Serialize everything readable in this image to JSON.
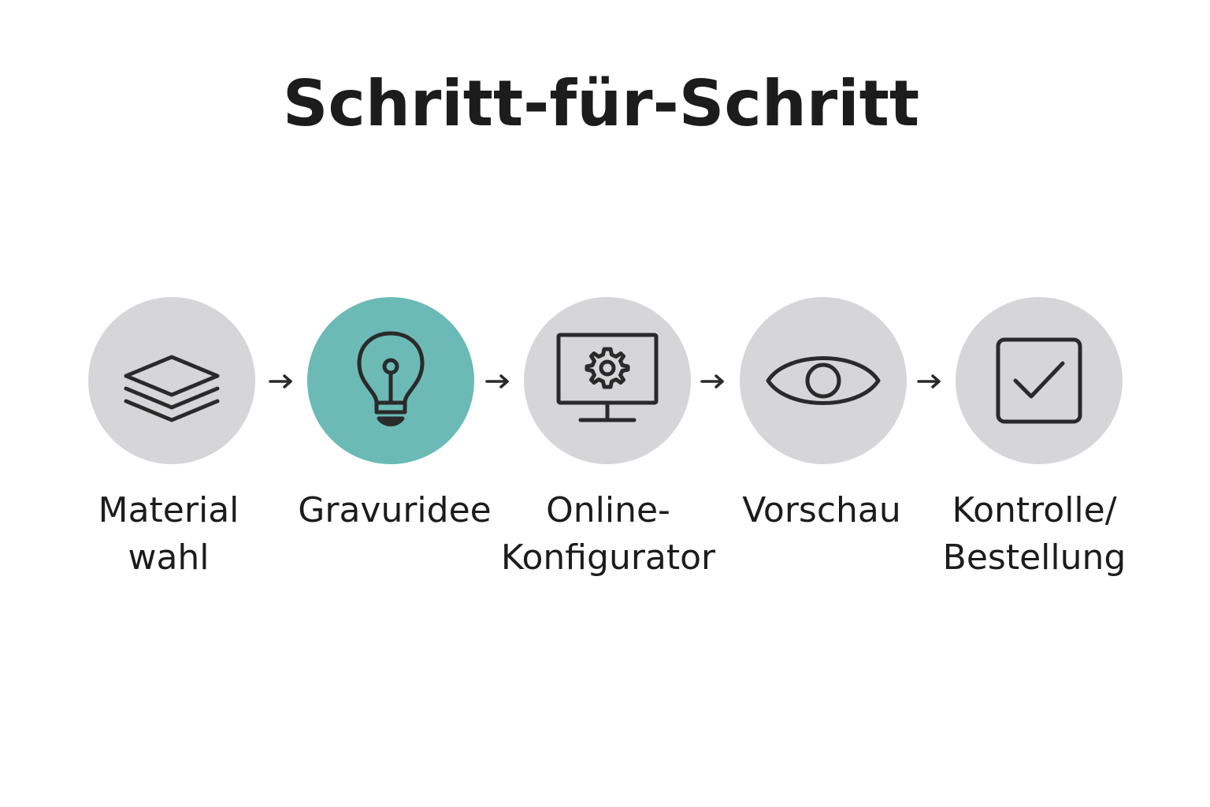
{
  "title": "Schritt-für-Schritt",
  "colors": {
    "circle_default": "#d6d6d9",
    "circle_active": "#6bbab6",
    "icon_stroke": "#2a2a2a",
    "text": "#1c1c1c"
  },
  "steps": [
    {
      "icon": "layers-icon",
      "label_lines": [
        "Material",
        "wahl"
      ],
      "active": false
    },
    {
      "icon": "lightbulb-icon",
      "label_lines": [
        "Gravuridee",
        ""
      ],
      "active": true
    },
    {
      "icon": "monitor-gear-icon",
      "label_lines": [
        "Online-",
        "Konfigurator"
      ],
      "active": false
    },
    {
      "icon": "eye-icon",
      "label_lines": [
        "Vorschau",
        ""
      ],
      "active": false
    },
    {
      "icon": "checkbox-icon",
      "label_lines": [
        "Kontrolle/",
        "Bestellung"
      ],
      "active": false
    }
  ]
}
